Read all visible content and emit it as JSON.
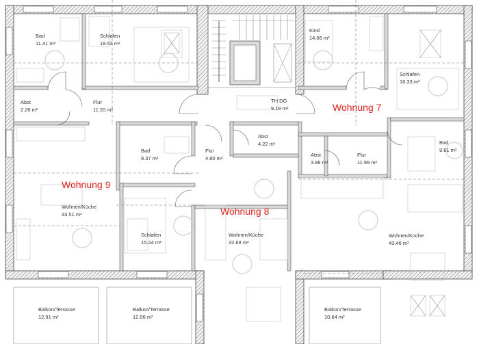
{
  "rooms": {
    "bad_w9": {
      "name": "Bad",
      "area": "11.41 m²"
    },
    "schlafen_w9a": {
      "name": "Schlafen",
      "area": "19.53 m²"
    },
    "kind_w7": {
      "name": "Kind",
      "area": "14.06 m²"
    },
    "schlafen_w7": {
      "name": "Schlafen",
      "area": "16.33 m²"
    },
    "abst_w9": {
      "name": "Abst",
      "area": "2.26 m²"
    },
    "flur_w9": {
      "name": "Flur",
      "area": "11.20 m²"
    },
    "th_dg": {
      "name": "TH DG",
      "area": "9.19 m²"
    },
    "bad_w8": {
      "name": "Bad",
      "area": "9.37 m²"
    },
    "flur_w8": {
      "name": "Flur",
      "area": "4.80 m²"
    },
    "abst_w8": {
      "name": "Abst",
      "area": "4.22 m²"
    },
    "abst_w7": {
      "name": "Abst",
      "area": "3.88 m²"
    },
    "flur_w7": {
      "name": "Flur",
      "area": "11.99 m²"
    },
    "bad_w7": {
      "name": "Bad",
      "area": "9.61 m²"
    },
    "wohnen_w9": {
      "name": "Wohnen/Küche",
      "area": "33.51 m²"
    },
    "schlafen_w9b": {
      "name": "Schlafen",
      "area": "15.24 m²"
    },
    "wohnen_w8": {
      "name": "Wohnen/Küche",
      "area": "32.68 m²"
    },
    "wohnen_w7": {
      "name": "Wohnen/Küche",
      "area": "43.46 m²"
    },
    "balkon_1": {
      "name": "Balkon/Terrasse",
      "area": "12.91 m²"
    },
    "balkon_2": {
      "name": "Balkon/Terrasse",
      "area": "12.06 m²"
    },
    "balkon_3": {
      "name": "Balkon/Terrasse",
      "area": "10.64 m²"
    }
  },
  "units": {
    "w7": "Wohnung 7",
    "w8": "Wohnung 8",
    "w9": "Wohnung 9"
  },
  "colors": {
    "unit_label": "#e0201b",
    "wall_hatch": "#555555"
  }
}
